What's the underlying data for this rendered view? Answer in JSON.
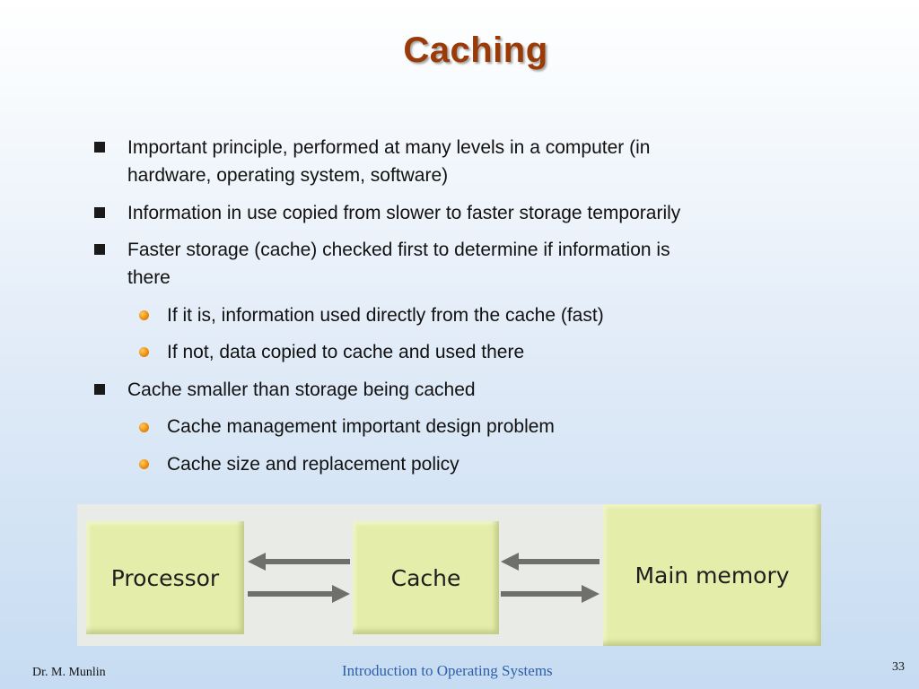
{
  "slide": {
    "title": "Caching"
  },
  "bullets": [
    {
      "level": 1,
      "lines": [
        "Important principle, performed at many levels in a computer (in",
        "hardware, operating system, software)"
      ]
    },
    {
      "level": 1,
      "lines": [
        "Information in use copied from slower to faster storage temporarily"
      ]
    },
    {
      "level": 1,
      "lines": [
        "Faster storage (cache) checked first to determine if information is",
        "there"
      ]
    },
    {
      "level": 2,
      "lines": [
        "If it is, information used directly from the cache (fast)"
      ]
    },
    {
      "level": 2,
      "lines": [
        "If not, data copied to cache and used there"
      ]
    },
    {
      "level": 1,
      "lines": [
        "Cache smaller than storage being cached"
      ]
    },
    {
      "level": 2,
      "lines": [
        "Cache management important design problem"
      ]
    },
    {
      "level": 2,
      "lines": [
        "Cache size and replacement policy"
      ]
    }
  ],
  "diagram": {
    "processor_label": "Processor",
    "cache_label": "Cache",
    "main_memory_label": "Main memory"
  },
  "footer": {
    "author": "Dr. M. Munlin",
    "course": "Introduction to Operating Systems",
    "page_number": "33"
  },
  "colors": {
    "title": "#9a3a07",
    "sub_bullet": "#f29a16",
    "footer_course": "#2c5fa8",
    "box_fill": "#e4eeaa"
  }
}
